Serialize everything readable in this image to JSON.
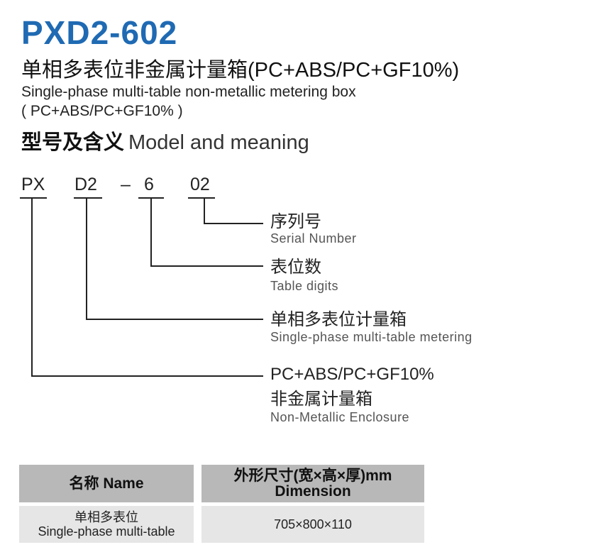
{
  "header": {
    "model": "PXD2-602",
    "title_cn": "单相多表位非金属计量箱(PC+ABS/PC+GF10%)",
    "title_en": "Single-phase multi-table non-metallic metering box",
    "title_en_material": "( PC+ABS/PC+GF10% )"
  },
  "section": {
    "heading_cn": "型号及含义",
    "heading_en": "Model and meaning"
  },
  "code_parts": {
    "p1": "PX",
    "p2": "D2",
    "dash": "–",
    "p3": "6",
    "p4": "02"
  },
  "meanings": {
    "serial_cn": "序列号",
    "serial_en": "Serial Number",
    "digits_cn": "表位数",
    "digits_en": "Table digits",
    "type_cn": "单相多表位计量箱",
    "type_en": "Single-phase multi-table metering",
    "material": "PC+ABS/PC+GF10%",
    "enclosure_cn": "非金属计量箱",
    "enclosure_en": "Non-Metallic Enclosure"
  },
  "table": {
    "header_name": "名称 Name",
    "header_dim_cn": "外形尺寸(宽×高×厚)mm",
    "header_dim_en": "Dimension",
    "row_name_cn": "单相多表位",
    "row_name_en": "Single-phase multi-table",
    "row_dim": "705×800×110"
  },
  "colors": {
    "model_title": "#1f6ab3",
    "table_header_bg": "#b8b8b8",
    "table_cell_bg": "#e6e6e6"
  }
}
